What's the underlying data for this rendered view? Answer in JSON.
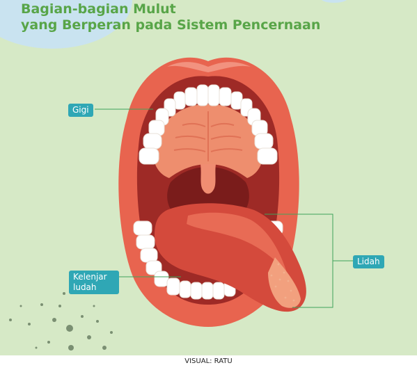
{
  "title": {
    "line1": "Bagian-bagian Mulut",
    "line2": "yang Berperan pada Sistem Pencernaan"
  },
  "labels": {
    "teeth": "Gigi",
    "tongue": "Lidah",
    "saliva": "Kelenjar ludah"
  },
  "credit": "VISUAL: RATU",
  "colors": {
    "background": "#d6e9c6",
    "title": "#58a548",
    "label": "#2fa7b5",
    "lip": "#e8644f",
    "tongue": "#d44a3c"
  }
}
